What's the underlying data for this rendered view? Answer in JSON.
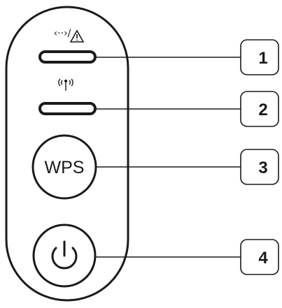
{
  "panel": {
    "status_icon_text": "‹··›/⚠",
    "wireless_icon_text": "((ı))",
    "wps_label": "WPS"
  },
  "callouts": [
    {
      "number": "1"
    },
    {
      "number": "2"
    },
    {
      "number": "3"
    },
    {
      "number": "4"
    }
  ],
  "colors": {
    "stroke": "#1a1a1a",
    "background": "#ffffff"
  }
}
